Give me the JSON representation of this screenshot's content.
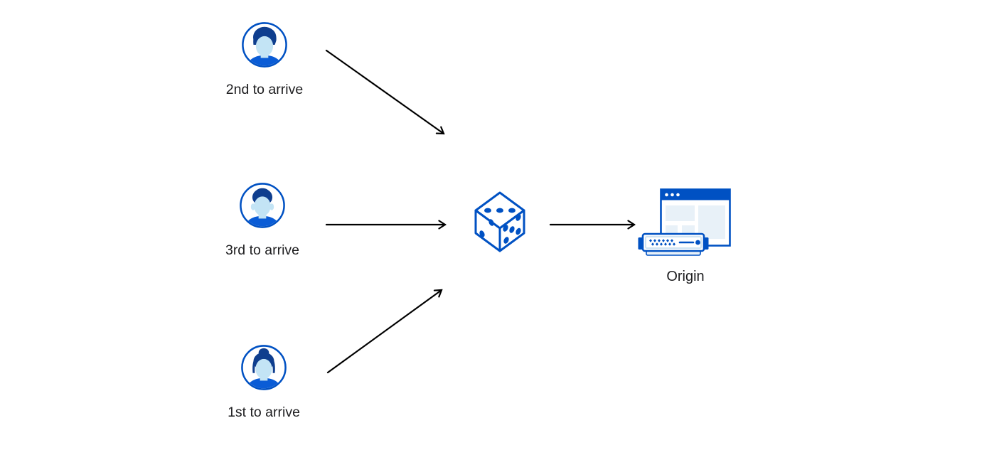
{
  "diagram": {
    "users": [
      {
        "id": "user-2nd",
        "label": "2nd to arrive",
        "icon": "avatar-man-wavy-hair-icon"
      },
      {
        "id": "user-3rd",
        "label": "3rd to arrive",
        "icon": "avatar-man-short-hair-icon"
      },
      {
        "id": "user-1st",
        "label": "1st to arrive",
        "icon": "avatar-woman-bun-icon"
      }
    ],
    "dice": {
      "id": "dice",
      "icon": "dice-icon",
      "pips": {
        "top_face": 3,
        "left_face": 2,
        "right_face": 5
      }
    },
    "origin": {
      "id": "origin",
      "label": "Origin",
      "icon": "origin-browser-and-server-icon"
    },
    "connections": [
      {
        "from": "user-2nd",
        "to": "dice"
      },
      {
        "from": "user-3rd",
        "to": "dice"
      },
      {
        "from": "user-1st",
        "to": "dice"
      },
      {
        "from": "dice",
        "to": "origin"
      }
    ]
  },
  "colors": {
    "background": "#ffffff",
    "primary_blue": "#0051c3",
    "hair_blue": "#0f3e8e",
    "face_blue": "#c3e4f5",
    "shirt_blue": "#0a5cd6",
    "pale_blue": "#e8f1f8",
    "inner_highlight_blue": "#cfe3f2",
    "arrow_black": "#000000",
    "text_black": "#1d1d1f"
  }
}
